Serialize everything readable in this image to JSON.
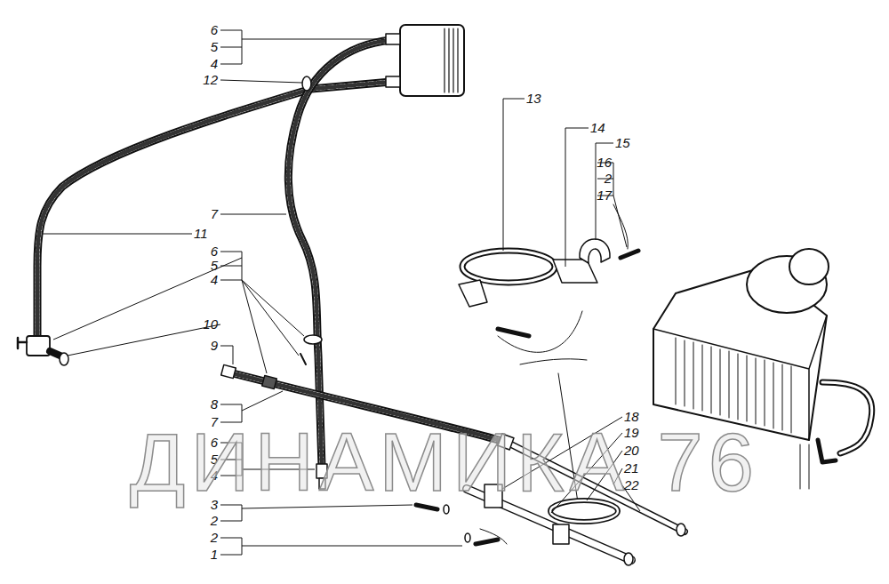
{
  "diagram": {
    "labels": [
      "6",
      "5",
      "4",
      "12",
      "13",
      "14",
      "15",
      "16",
      "2",
      "17",
      "7",
      "11",
      "6",
      "5",
      "4",
      "10",
      "9",
      "8",
      "7",
      "6",
      "5",
      "4",
      "18",
      "19",
      "20",
      "21",
      "22",
      "3",
      "2",
      "2",
      "1",
      "ДИНАМИКА 76"
    ]
  }
}
